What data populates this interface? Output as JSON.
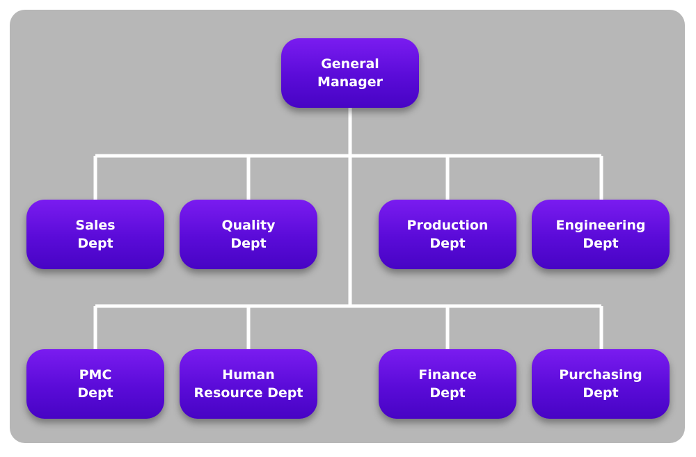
{
  "colors": {
    "background": "#b7b7b7",
    "node": "#5a0bd8",
    "connector": "#ffffff"
  },
  "root": {
    "line1": "General",
    "line2": "Manager"
  },
  "row1": [
    {
      "line1": "Sales",
      "line2": "Dept"
    },
    {
      "line1": "Quality",
      "line2": "Dept"
    },
    {
      "line1": "Production",
      "line2": "Dept"
    },
    {
      "line1": "Engineering",
      "line2": "Dept"
    }
  ],
  "row2": [
    {
      "line1": "PMC",
      "line2": "Dept"
    },
    {
      "line1": "Human",
      "line2": "Resource Dept"
    },
    {
      "line1": "Finance",
      "line2": "Dept"
    },
    {
      "line1": "Purchasing",
      "line2": "Dept"
    }
  ]
}
